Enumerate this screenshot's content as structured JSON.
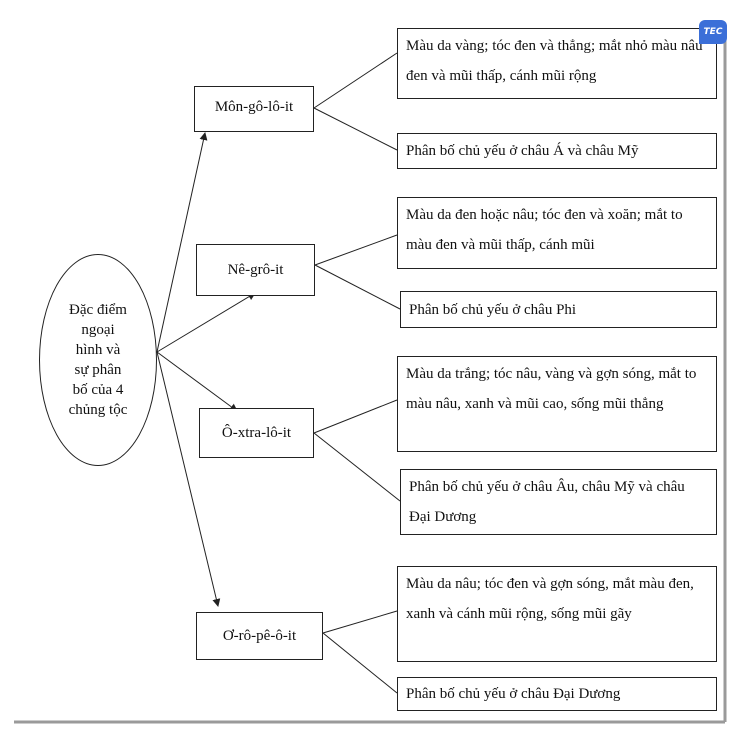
{
  "center": {
    "lines": [
      "Đặc điểm",
      "ngoại",
      "hình và",
      "sự phân",
      "bố của 4",
      "chủng tộc"
    ]
  },
  "races": [
    {
      "name": "Môn-gô-lô-it",
      "appearance": "Màu da vàng; tóc đen và thẳng; mắt nhỏ màu nâu đen và mũi thấp, cánh mũi rộng",
      "distribution": "Phân bố chủ yếu ở châu Á và châu Mỹ"
    },
    {
      "name": "Nê-grô-it",
      "appearance": "Màu da đen hoặc nâu; tóc đen và xoăn; mắt to màu đen và mũi thấp, cánh mũi",
      "distribution": "Phân bố chủ yếu ở châu Phi"
    },
    {
      "name": "Ô-xtra-lô-it",
      "appearance": "Màu da trắng; tóc nâu, vàng và gợn sóng, mắt to màu nâu, xanh và mũi cao, sống mũi thẳng",
      "distribution": "Phân bố chủ yếu ở châu Âu, châu Mỹ và châu Đại Dương"
    },
    {
      "name": "Ơ-rô-pê-ô-it",
      "appearance": "Màu da nâu; tóc đen và gợn sóng, mắt màu đen, xanh và cánh mũi rộng, sống mũi gãy",
      "distribution": "Phân bố chủ yếu ở châu Đại Dương"
    }
  ],
  "badge": {
    "text": "TEC"
  },
  "colors": {
    "line": "#222222",
    "badge": "#3b6fd8",
    "frame_shadow": "#9a9a9a"
  }
}
